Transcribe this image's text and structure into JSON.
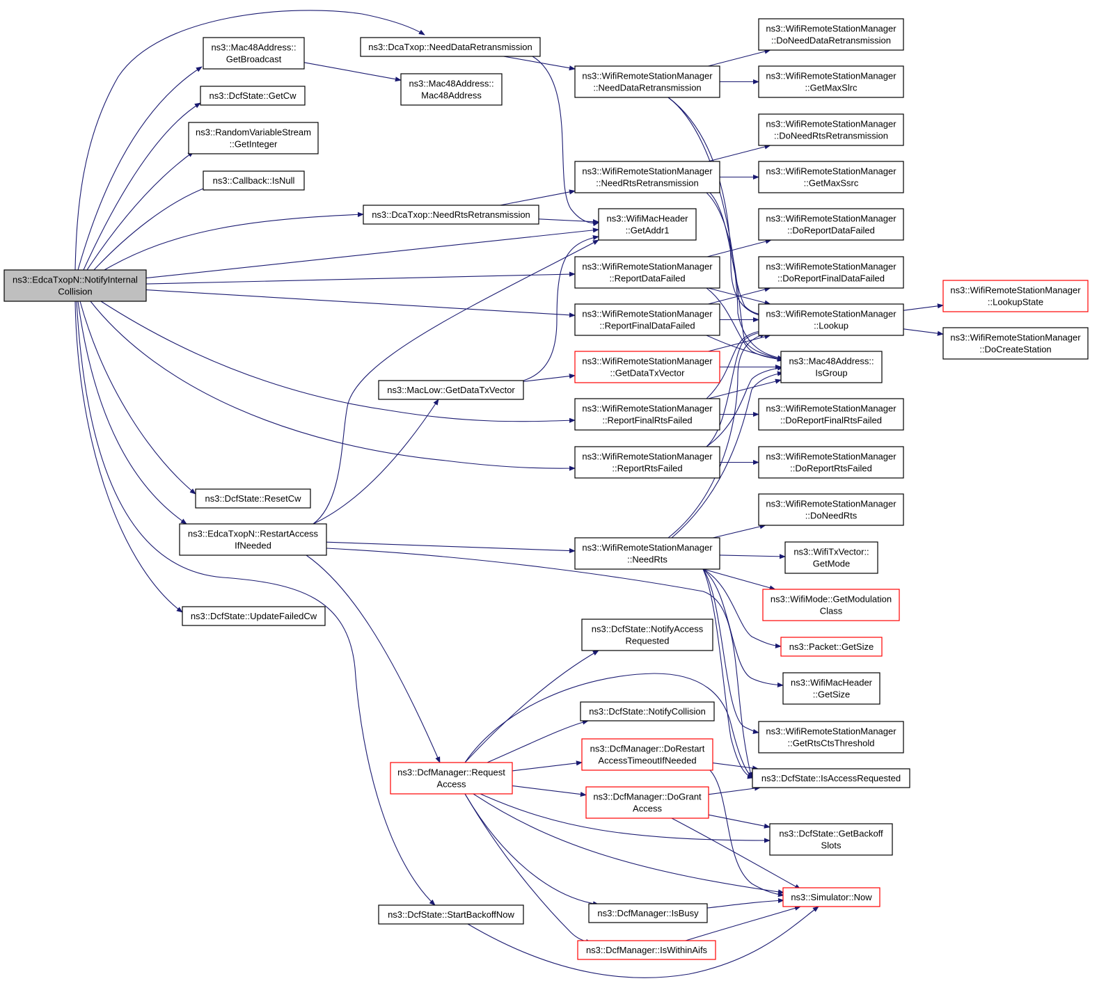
{
  "graph": {
    "colors": {
      "edge": "#191970",
      "box_border": "#000000",
      "box_border_truncated": "#ff0000",
      "root_fill": "#bfbfbf",
      "box_fill": "#ffffff"
    },
    "nodes": [
      {
        "id": "root",
        "lines": [
          "ns3::EdcaTxopN::NotifyInternal",
          "Collision"
        ],
        "style": "root"
      },
      {
        "id": "getBroadcast",
        "lines": [
          "ns3::Mac48Address::",
          "GetBroadcast"
        ],
        "style": "normal"
      },
      {
        "id": "needDataRetrans",
        "lines": [
          "ns3::DcaTxop::NeedDataRetransmission"
        ],
        "style": "normal"
      },
      {
        "id": "getCw",
        "lines": [
          "ns3::DcfState::GetCw"
        ],
        "style": "normal"
      },
      {
        "id": "getInteger",
        "lines": [
          "ns3::RandomVariableStream",
          "::GetInteger"
        ],
        "style": "normal"
      },
      {
        "id": "isNull",
        "lines": [
          "ns3::Callback::IsNull"
        ],
        "style": "normal"
      },
      {
        "id": "needRtsRetrans",
        "lines": [
          "ns3::DcaTxop::NeedRtsRetransmission"
        ],
        "style": "normal"
      },
      {
        "id": "resetCw",
        "lines": [
          "ns3::DcfState::ResetCw"
        ],
        "style": "normal"
      },
      {
        "id": "restartAccess",
        "lines": [
          "ns3::EdcaTxopN::RestartAccess",
          "IfNeeded"
        ],
        "style": "normal"
      },
      {
        "id": "updateFailedCw",
        "lines": [
          "ns3::DcfState::UpdateFailedCw"
        ],
        "style": "normal"
      },
      {
        "id": "mac48Address",
        "lines": [
          "ns3::Mac48Address::",
          "Mac48Address"
        ],
        "style": "normal"
      },
      {
        "id": "getDataTxVector",
        "lines": [
          "ns3::MacLow::GetDataTxVector"
        ],
        "style": "normal"
      },
      {
        "id": "startBackoffNow",
        "lines": [
          "ns3::DcfState::StartBackoffNow"
        ],
        "style": "normal"
      },
      {
        "id": "requestAccess",
        "lines": [
          "ns3::DcfManager::Request",
          "Access"
        ],
        "style": "truncated"
      },
      {
        "id": "wrsmNeedDataRetrans",
        "lines": [
          "ns3::WifiRemoteStationManager",
          "::NeedDataRetransmission"
        ],
        "style": "normal"
      },
      {
        "id": "wrsmNeedRtsRetrans",
        "lines": [
          "ns3::WifiRemoteStationManager",
          "::NeedRtsRetransmission"
        ],
        "style": "normal"
      },
      {
        "id": "getAddr1",
        "lines": [
          "ns3::WifiMacHeader",
          "::GetAddr1"
        ],
        "style": "normal"
      },
      {
        "id": "reportDataFailed",
        "lines": [
          "ns3::WifiRemoteStationManager",
          "::ReportDataFailed"
        ],
        "style": "normal"
      },
      {
        "id": "reportFinalDataFailed",
        "lines": [
          "ns3::WifiRemoteStationManager",
          "::ReportFinalDataFailed"
        ],
        "style": "normal"
      },
      {
        "id": "wrsmGetDataTxVector",
        "lines": [
          "ns3::WifiRemoteStationManager",
          "::GetDataTxVector"
        ],
        "style": "truncated"
      },
      {
        "id": "reportFinalRtsFailed",
        "lines": [
          "ns3::WifiRemoteStationManager",
          "::ReportFinalRtsFailed"
        ],
        "style": "normal"
      },
      {
        "id": "reportRtsFailed",
        "lines": [
          "ns3::WifiRemoteStationManager",
          "::ReportRtsFailed"
        ],
        "style": "normal"
      },
      {
        "id": "needRts",
        "lines": [
          "ns3::WifiRemoteStationManager",
          "::NeedRts"
        ],
        "style": "normal"
      },
      {
        "id": "notifyAccessRequested",
        "lines": [
          "ns3::DcfState::NotifyAccess",
          "Requested"
        ],
        "style": "normal"
      },
      {
        "id": "notifyCollision",
        "lines": [
          "ns3::DcfState::NotifyCollision"
        ],
        "style": "normal"
      },
      {
        "id": "doRestartAccess",
        "lines": [
          "ns3::DcfManager::DoRestart",
          "AccessTimeoutIfNeeded"
        ],
        "style": "truncated"
      },
      {
        "id": "doGrantAccess",
        "lines": [
          "ns3::DcfManager::DoGrant",
          "Access"
        ],
        "style": "truncated"
      },
      {
        "id": "isBusy",
        "lines": [
          "ns3::DcfManager::IsBusy"
        ],
        "style": "normal"
      },
      {
        "id": "isWithinAifs",
        "lines": [
          "ns3::DcfManager::IsWithinAifs"
        ],
        "style": "truncated"
      },
      {
        "id": "doNeedDataRetrans",
        "lines": [
          "ns3::WifiRemoteStationManager",
          "::DoNeedDataRetransmission"
        ],
        "style": "normal"
      },
      {
        "id": "getMaxSlrc",
        "lines": [
          "ns3::WifiRemoteStationManager",
          "::GetMaxSlrc"
        ],
        "style": "normal"
      },
      {
        "id": "doNeedRtsRetrans",
        "lines": [
          "ns3::WifiRemoteStationManager",
          "::DoNeedRtsRetransmission"
        ],
        "style": "normal"
      },
      {
        "id": "getMaxSsrc",
        "lines": [
          "ns3::WifiRemoteStationManager",
          "::GetMaxSsrc"
        ],
        "style": "normal"
      },
      {
        "id": "doReportDataFailed",
        "lines": [
          "ns3::WifiRemoteStationManager",
          "::DoReportDataFailed"
        ],
        "style": "normal"
      },
      {
        "id": "doReportFinalDataFailed",
        "lines": [
          "ns3::WifiRemoteStationManager",
          "::DoReportFinalDataFailed"
        ],
        "style": "normal"
      },
      {
        "id": "lookup",
        "lines": [
          "ns3::WifiRemoteStationManager",
          "::Lookup"
        ],
        "style": "normal"
      },
      {
        "id": "isGroup",
        "lines": [
          "ns3::Mac48Address::",
          "IsGroup"
        ],
        "style": "normal"
      },
      {
        "id": "doReportFinalRtsFailed",
        "lines": [
          "ns3::WifiRemoteStationManager",
          "::DoReportFinalRtsFailed"
        ],
        "style": "normal"
      },
      {
        "id": "doReportRtsFailed",
        "lines": [
          "ns3::WifiRemoteStationManager",
          "::DoReportRtsFailed"
        ],
        "style": "normal"
      },
      {
        "id": "doNeedRts",
        "lines": [
          "ns3::WifiRemoteStationManager",
          "::DoNeedRts"
        ],
        "style": "normal"
      },
      {
        "id": "getMode",
        "lines": [
          "ns3::WifiTxVector::",
          "GetMode"
        ],
        "style": "normal"
      },
      {
        "id": "getModulationClass",
        "lines": [
          "ns3::WifiMode::GetModulation",
          "Class"
        ],
        "style": "truncated"
      },
      {
        "id": "packetGetSize",
        "lines": [
          "ns3::Packet::GetSize"
        ],
        "style": "truncated"
      },
      {
        "id": "macHeaderGetSize",
        "lines": [
          "ns3::WifiMacHeader",
          "::GetSize"
        ],
        "style": "normal"
      },
      {
        "id": "getRtsCtsThreshold",
        "lines": [
          "ns3::WifiRemoteStationManager",
          "::GetRtsCtsThreshold"
        ],
        "style": "normal"
      },
      {
        "id": "isAccessRequested",
        "lines": [
          "ns3::DcfState::IsAccessRequested"
        ],
        "style": "normal"
      },
      {
        "id": "getBackoffSlots",
        "lines": [
          "ns3::DcfState::GetBackoff",
          "Slots"
        ],
        "style": "normal"
      },
      {
        "id": "simulatorNow",
        "lines": [
          "ns3::Simulator::Now"
        ],
        "style": "truncated"
      },
      {
        "id": "lookupState",
        "lines": [
          "ns3::WifiRemoteStationManager",
          "::LookupState"
        ],
        "style": "truncated"
      },
      {
        "id": "doCreateStation",
        "lines": [
          "ns3::WifiRemoteStationManager",
          "::DoCreateStation"
        ],
        "style": "normal"
      }
    ],
    "edges": [
      [
        "root",
        "needDataRetrans"
      ],
      [
        "root",
        "getBroadcast"
      ],
      [
        "root",
        "getCw"
      ],
      [
        "root",
        "getInteger"
      ],
      [
        "root",
        "isNull"
      ],
      [
        "root",
        "needRtsRetrans"
      ],
      [
        "root",
        "getAddr1"
      ],
      [
        "root",
        "reportDataFailed"
      ],
      [
        "root",
        "reportFinalDataFailed"
      ],
      [
        "root",
        "reportFinalRtsFailed"
      ],
      [
        "root",
        "reportRtsFailed"
      ],
      [
        "root",
        "resetCw"
      ],
      [
        "root",
        "restartAccess"
      ],
      [
        "root",
        "updateFailedCw"
      ],
      [
        "root",
        "startBackoffNow"
      ],
      [
        "getBroadcast",
        "mac48Address"
      ],
      [
        "needDataRetrans",
        "wrsmNeedDataRetrans"
      ],
      [
        "needDataRetrans",
        "getAddr1"
      ],
      [
        "needRtsRetrans",
        "wrsmNeedRtsRetrans"
      ],
      [
        "needRtsRetrans",
        "getAddr1"
      ],
      [
        "restartAccess",
        "getAddr1"
      ],
      [
        "restartAccess",
        "getDataTxVector"
      ],
      [
        "restartAccess",
        "needRts"
      ],
      [
        "restartAccess",
        "isAccessRequested"
      ],
      [
        "restartAccess",
        "requestAccess"
      ],
      [
        "getDataTxVector",
        "getAddr1"
      ],
      [
        "getDataTxVector",
        "wrsmGetDataTxVector"
      ],
      [
        "startBackoffNow",
        "simulatorNow"
      ],
      [
        "wrsmNeedDataRetrans",
        "doNeedDataRetrans"
      ],
      [
        "wrsmNeedDataRetrans",
        "getMaxSlrc"
      ],
      [
        "wrsmNeedDataRetrans",
        "lookup"
      ],
      [
        "wrsmNeedDataRetrans",
        "isGroup"
      ],
      [
        "wrsmNeedRtsRetrans",
        "doNeedRtsRetrans"
      ],
      [
        "wrsmNeedRtsRetrans",
        "getMaxSsrc"
      ],
      [
        "wrsmNeedRtsRetrans",
        "lookup"
      ],
      [
        "wrsmNeedRtsRetrans",
        "isGroup"
      ],
      [
        "reportDataFailed",
        "doReportDataFailed"
      ],
      [
        "reportDataFailed",
        "lookup"
      ],
      [
        "reportDataFailed",
        "isGroup"
      ],
      [
        "reportFinalDataFailed",
        "doReportFinalDataFailed"
      ],
      [
        "reportFinalDataFailed",
        "lookup"
      ],
      [
        "reportFinalDataFailed",
        "isGroup"
      ],
      [
        "wrsmGetDataTxVector",
        "lookup"
      ],
      [
        "wrsmGetDataTxVector",
        "isGroup"
      ],
      [
        "reportFinalRtsFailed",
        "lookup"
      ],
      [
        "reportFinalRtsFailed",
        "isGroup"
      ],
      [
        "reportFinalRtsFailed",
        "doReportFinalRtsFailed"
      ],
      [
        "reportRtsFailed",
        "lookup"
      ],
      [
        "reportRtsFailed",
        "isGroup"
      ],
      [
        "reportRtsFailed",
        "doReportRtsFailed"
      ],
      [
        "needRts",
        "lookup"
      ],
      [
        "needRts",
        "isGroup"
      ],
      [
        "needRts",
        "doNeedRts"
      ],
      [
        "needRts",
        "getMode"
      ],
      [
        "needRts",
        "getModulationClass"
      ],
      [
        "needRts",
        "packetGetSize"
      ],
      [
        "needRts",
        "macHeaderGetSize"
      ],
      [
        "needRts",
        "getRtsCtsThreshold"
      ],
      [
        "needRts",
        "isAccessRequested"
      ],
      [
        "lookup",
        "lookupState"
      ],
      [
        "lookup",
        "doCreateStation"
      ],
      [
        "requestAccess",
        "notifyAccessRequested"
      ],
      [
        "requestAccess",
        "notifyCollision"
      ],
      [
        "requestAccess",
        "doRestartAccess"
      ],
      [
        "requestAccess",
        "doGrantAccess"
      ],
      [
        "requestAccess",
        "isAccessRequested"
      ],
      [
        "requestAccess",
        "getBackoffSlots"
      ],
      [
        "requestAccess",
        "simulatorNow"
      ],
      [
        "requestAccess",
        "isBusy"
      ],
      [
        "requestAccess",
        "isWithinAifs"
      ],
      [
        "doRestartAccess",
        "isAccessRequested"
      ],
      [
        "doRestartAccess",
        "simulatorNow"
      ],
      [
        "doGrantAccess",
        "isAccessRequested"
      ],
      [
        "doGrantAccess",
        "getBackoffSlots"
      ],
      [
        "doGrantAccess",
        "simulatorNow"
      ],
      [
        "isBusy",
        "simulatorNow"
      ],
      [
        "isWithinAifs",
        "simulatorNow"
      ]
    ]
  }
}
